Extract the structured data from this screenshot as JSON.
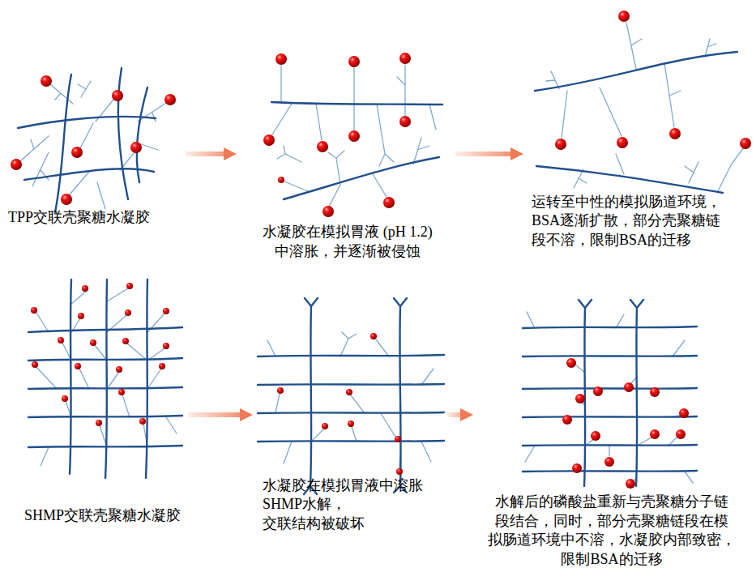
{
  "diagram": {
    "nodes": [
      {
        "text": [
          "TPP交联壳聚糖水凝胶"
        ]
      },
      {
        "text": [
          "水凝胶在模拟胃液 (pH 1.2) 中溶胀，并逐渐被侵蚀"
        ]
      },
      {
        "text": [
          "运转至中性的模拟肠道环境， BSA逐渐扩散，部分壳聚糖链 段不溶，限制BSA的迁移"
        ]
      },
      {
        "text": [
          "SHMP交联壳聚糖水凝胶"
        ]
      },
      {
        "text": [
          "水凝胶在模拟胃液中溶胀 SHMP水解，交联结构被破坏"
        ]
      },
      {
        "text": [
          "水解后的磷酸盐重新与壳聚糖分子链 段结合，同时，部分壳聚糖链段在模 拟肠道环境中不溶，水凝胶内部致密， 限制BSA的迁移"
        ]
      }
    ],
    "edges": [
      {
        "from": 0,
        "to": 1,
        "arrow": "to"
      },
      {
        "from": 1,
        "to": 2,
        "arrow": "to"
      },
      {
        "from": 3,
        "to": 4,
        "arrow": "to"
      },
      {
        "from": 4,
        "to": 5,
        "arrow": "to"
      }
    ]
  }
}
